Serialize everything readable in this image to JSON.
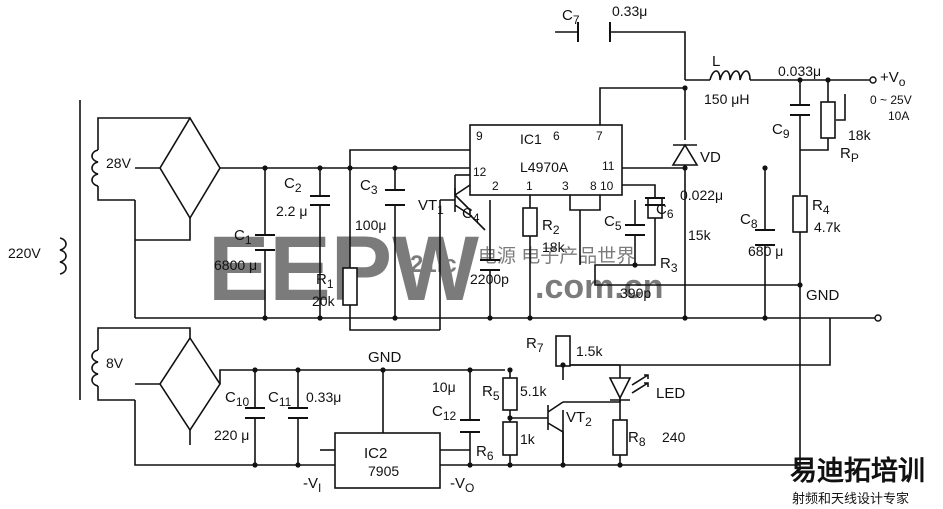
{
  "labels": {
    "c7": "C",
    "c7_sub": "7",
    "c7_val": "0.33μ",
    "l": "L",
    "l_val": "150 μH",
    "c9_val": "0.033μ",
    "vo_plus": "+V",
    "vo_sub": "o",
    "vo_range": "0 ~ 25V",
    "vo_current": "10A",
    "c9": "C",
    "c9_sub": "9",
    "rp_val": "18k",
    "rp": "R",
    "rp_sub": "P",
    "vd": "VD",
    "ic1": "IC1",
    "ic1_part": "L4970A",
    "pin9": "9",
    "pin6": "6",
    "pin7": "7",
    "pin12": "12",
    "pin2": "2",
    "pin1": "1",
    "pin3": "3",
    "pin8": "8",
    "pin11": "11",
    "pin10": "10",
    "c6": "C",
    "c6_sub": "6",
    "c6_val": "0.022μ",
    "c8": "C",
    "c8_sub": "8",
    "c8_val": "680 μ",
    "r4": "R",
    "r4_sub": "4",
    "r4_val": "4.7k",
    "r3_val": "15k",
    "r3": "R",
    "r3_sub": "3",
    "c5": "C",
    "c5_sub": "5",
    "c5_val": "390p",
    "gnd_top": "GND",
    "v28": "28V",
    "v220": "220V",
    "c2": "C",
    "c2_sub": "2",
    "c2_val": "2.2 μ",
    "c1": "C",
    "c1_sub": "1",
    "c1_val": "6800 μ",
    "c3": "C",
    "c3_sub": "3",
    "c3_val": "100μ",
    "vt1": "VT",
    "vt1_sub": "1",
    "c4": "C",
    "c4_sub": "4",
    "c4_val": "2200p",
    "r1": "R",
    "r1_sub": "1",
    "r1_val": "20k",
    "r2": "R",
    "r2_sub": "2",
    "r2_val": "18k",
    "v8": "8V",
    "c10": "C",
    "c10_sub": "10",
    "c10_val": "220 μ",
    "c11": "C",
    "c11_sub": "11",
    "c11_val": "0.33μ",
    "gnd_bottom": "GND",
    "ic2": "IC2",
    "ic2_part": "7905",
    "minus_vi": "-V",
    "minus_vi_sub": "I",
    "minus_vo": "-V",
    "minus_vo_sub": "O",
    "c12": "C",
    "c12_sub": "12",
    "c12_val": "10μ",
    "r5": "R",
    "r5_sub": "5",
    "r5_val": "5.1k",
    "r6": "R",
    "r6_sub": "6",
    "r6_val": "1k",
    "r7": "R",
    "r7_sub": "7",
    "r7_val": "1.5k",
    "vt2": "VT",
    "vt2_sub": "2",
    "led": "LED",
    "r8": "R",
    "r8_sub": "8",
    "r8_val": "240"
  },
  "watermark": {
    "main": "EEPW",
    "domain": "21ic",
    "cn": "电源 电子产品世界",
    "com": ".com.cn",
    "color": "#e0453e"
  },
  "badge": {
    "title": "易迪拓培训",
    "subtitle": "射频和天线设计专家",
    "color": "#e0453e"
  }
}
